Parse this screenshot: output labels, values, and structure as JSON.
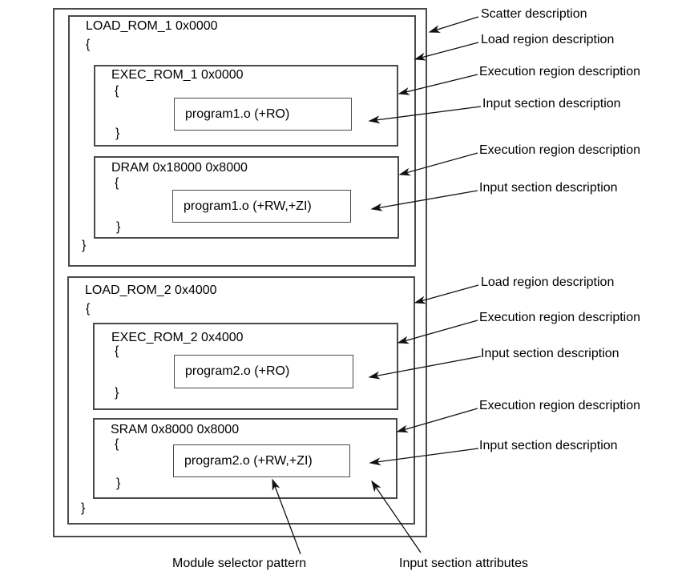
{
  "scatter": {
    "syntax": {
      "open": "{",
      "close": "}"
    },
    "load_regions": [
      {
        "header": "LOAD_ROM_1 0x0000",
        "execution_regions": [
          {
            "header": "EXEC_ROM_1 0x0000",
            "input_section": "program1.o (+RO)"
          },
          {
            "header": "DRAM 0x18000 0x8000",
            "input_section": "program1.o (+RW,+ZI)"
          }
        ]
      },
      {
        "header": "LOAD_ROM_2 0x4000",
        "execution_regions": [
          {
            "header": "EXEC_ROM_2 0x4000",
            "input_section": "program2.o (+RO)"
          },
          {
            "header": "SRAM 0x8000 0x8000",
            "input_section": "program2.o (+RW,+ZI)"
          }
        ]
      }
    ]
  },
  "annotations": {
    "right": [
      {
        "text": "Scatter description"
      },
      {
        "text": "Load region description"
      },
      {
        "text": "Execution region description"
      },
      {
        "text": "Input section description"
      },
      {
        "text": "Execution region description"
      },
      {
        "text": "Input section description"
      },
      {
        "text": "Load region description"
      },
      {
        "text": "Execution region description"
      },
      {
        "text": "Input section description"
      },
      {
        "text": "Execution region description"
      },
      {
        "text": "Input section description"
      }
    ],
    "bottom": [
      {
        "text": "Module selector pattern"
      },
      {
        "text": "Input section attributes"
      }
    ]
  },
  "colors": {
    "background": "#ffffff",
    "box_border": "#4a4a4a",
    "arrow": "#111111",
    "text": "#000000"
  }
}
